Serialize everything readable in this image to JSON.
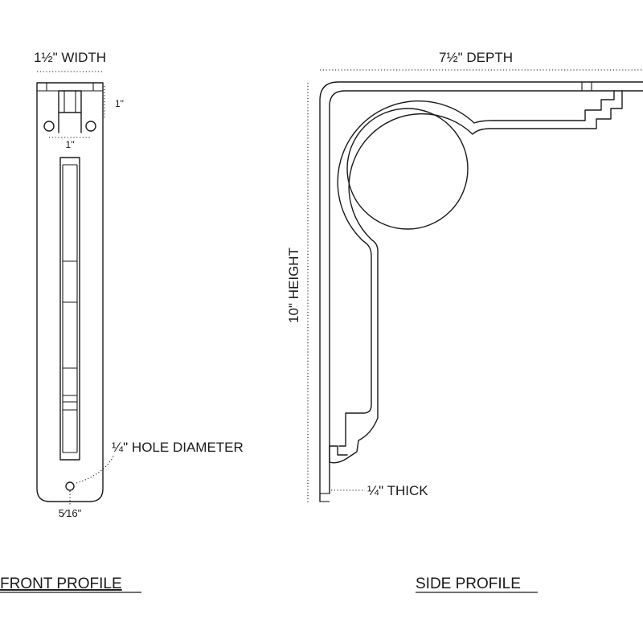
{
  "labels": {
    "width": "1½\" WIDTH",
    "top_offset": "1\"",
    "hole_spacing": "1\"",
    "hole_diameter": "¼\" HOLE DIAMETER",
    "bottom_offset": "5⁄16\"",
    "depth": "7½\" DEPTH",
    "height": "10\" HEIGHT",
    "thick": "¼\" THICK",
    "front_profile": "FRONT PROFILE",
    "side_profile": "SIDE PROFILE"
  },
  "colors": {
    "line": "#1a1a1a",
    "background": "#ffffff"
  }
}
